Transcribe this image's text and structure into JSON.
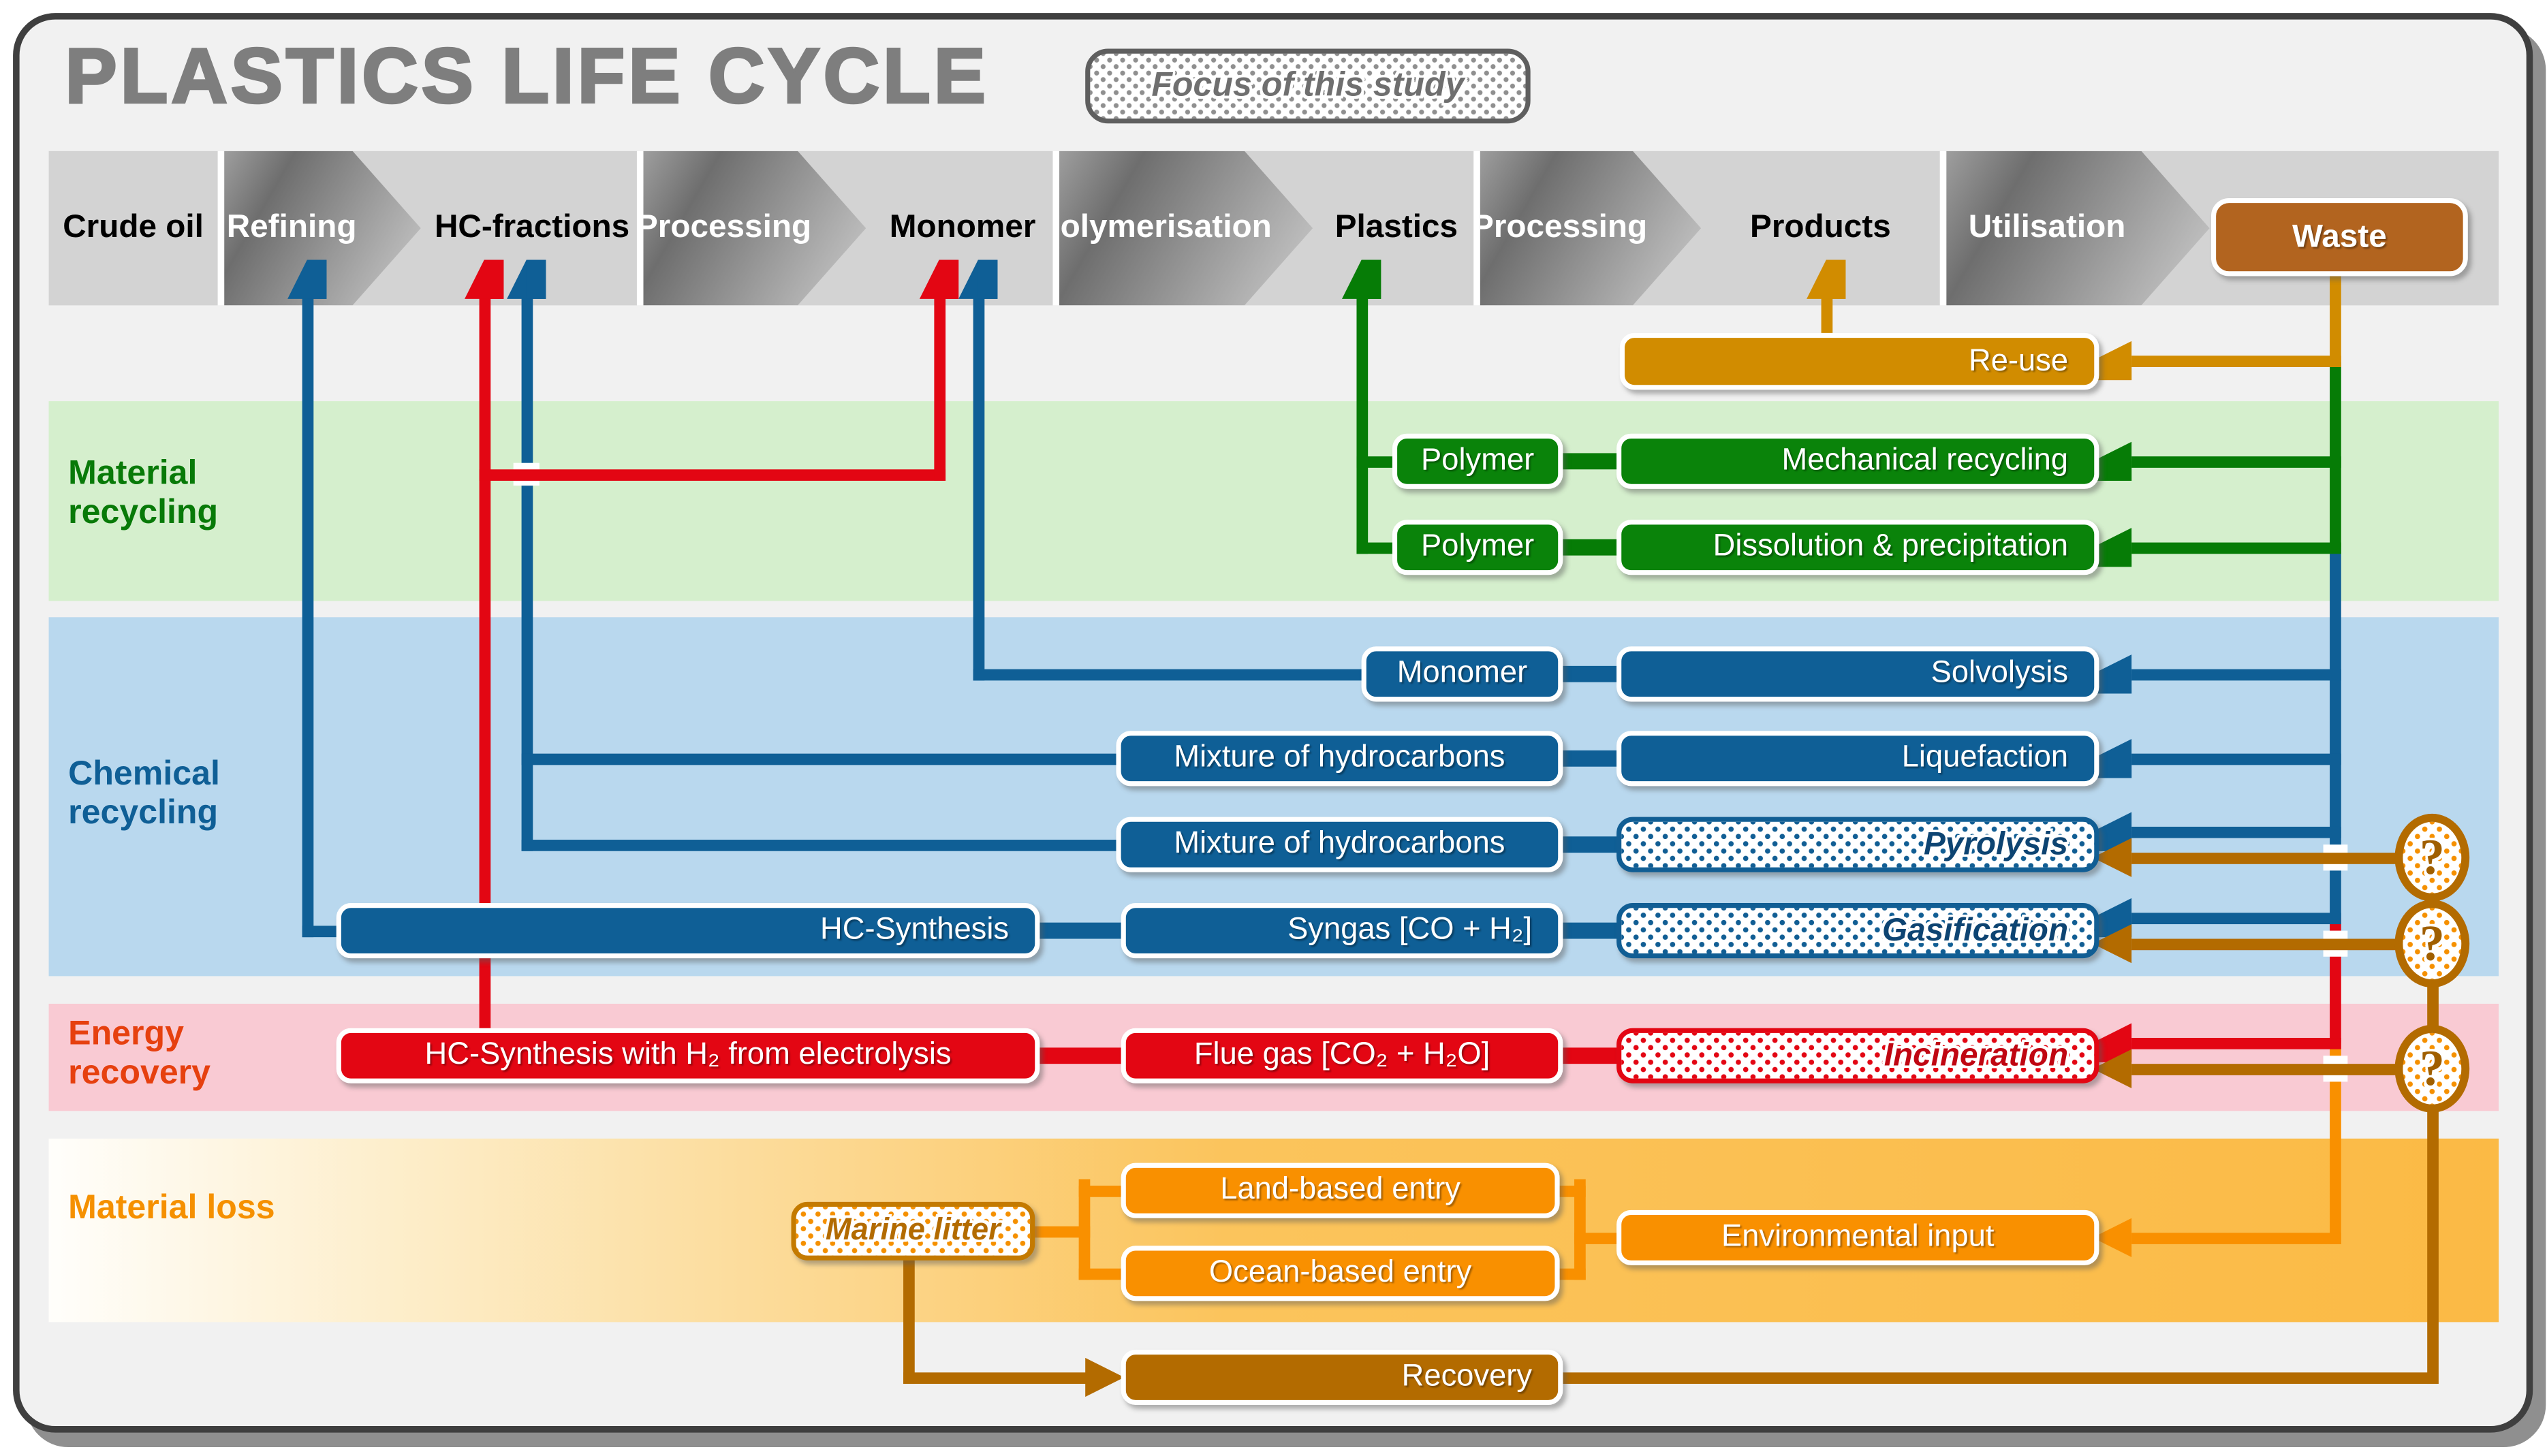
{
  "title": "PLASTICS LIFE CYCLE",
  "focus_badge": {
    "label": "Focus of this study"
  },
  "pipeline": {
    "stages": [
      {
        "label": "Crude oil",
        "type": "label"
      },
      {
        "label": "Refining",
        "type": "chevron"
      },
      {
        "label": "HC-fractions",
        "type": "label"
      },
      {
        "label": "Processing",
        "type": "chevron"
      },
      {
        "label": "Monomer",
        "type": "label"
      },
      {
        "label": "Polymerisation",
        "type": "chevron"
      },
      {
        "label": "Plastics",
        "type": "label"
      },
      {
        "label": "Processing",
        "type": "chevron"
      },
      {
        "label": "Products",
        "type": "label"
      },
      {
        "label": "Utilisation",
        "type": "chevron"
      },
      {
        "label": "Waste",
        "type": "box"
      }
    ]
  },
  "reuse": {
    "label": "Re-use"
  },
  "material_recycling": {
    "label": "Material recycling",
    "rows": [
      {
        "feed": "Polymer",
        "process": "Mechanical recycling"
      },
      {
        "feed": "Polymer",
        "process": "Dissolution & precipitation"
      }
    ]
  },
  "chemical_recycling": {
    "label": "Chemical recycling",
    "rows": [
      {
        "feed": "Monomer",
        "process": "Solvolysis"
      },
      {
        "feed": "Mixture of hydrocarbons",
        "process": "Liquefaction"
      },
      {
        "feed": "Mixture of hydrocarbons",
        "process": "Pyrolysis"
      },
      {
        "source": "HC-Synthesis",
        "feed": "Syngas [CO + H₂]",
        "process": "Gasification"
      }
    ]
  },
  "energy_recovery": {
    "label": "Energy recovery",
    "rows": [
      {
        "source": "HC-Synthesis with H₂ from electrolysis",
        "feed": "Flue gas [CO₂ + H₂O]",
        "process": "Incineration"
      }
    ]
  },
  "material_loss": {
    "label": "Material loss",
    "marine_litter": "Marine litter",
    "land_entry": "Land-based entry",
    "ocean_entry": "Ocean-based entry",
    "environmental_input": "Environmental input"
  },
  "recovery": {
    "label": "Recovery"
  },
  "question_marks": {
    "symbol": "?",
    "count": 3
  },
  "colors": {
    "figure_background": "#f1f1f1",
    "border": "#3f3f3f",
    "chevron_band": "#d3d3d3",
    "green_box": "#0a830a",
    "green_band": "#d5efcd",
    "blue_box": "#0f5f96",
    "blue_band": "#b9d8ee",
    "red_box": "#e30613",
    "pink_band": "#f9cad3",
    "orange_box": "#f99000",
    "gold": "#d18c00",
    "brown": "#b36b00",
    "waste_brown": "#b2641f",
    "title_gray": "#7e7e7e"
  }
}
